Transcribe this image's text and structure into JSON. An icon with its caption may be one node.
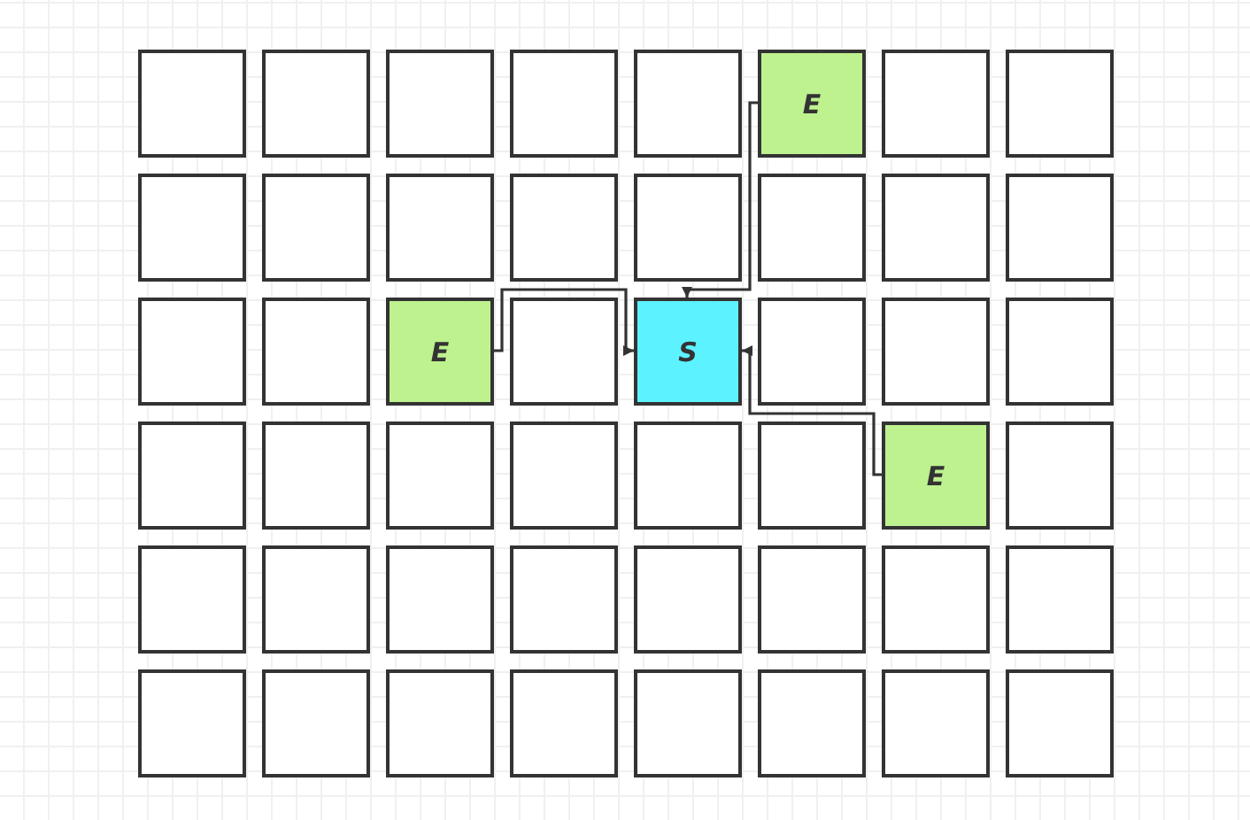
{
  "diagram": {
    "nodes": [
      {
        "text": [],
        "shape": "box"
      },
      {
        "text": [],
        "shape": "box"
      },
      {
        "text": [],
        "shape": "box"
      },
      {
        "text": [],
        "shape": "box"
      },
      {
        "text": [],
        "shape": "box"
      },
      {
        "text": [
          "E"
        ]
      },
      {
        "text": [],
        "shape": "box"
      },
      {
        "text": [],
        "shape": "box"
      },
      {
        "text": [],
        "shape": "box"
      },
      {
        "text": [],
        "shape": "box"
      },
      {
        "text": [],
        "shape": "box"
      },
      {
        "text": [],
        "shape": "box"
      },
      {
        "text": [],
        "shape": "box"
      },
      {
        "text": [],
        "shape": "box"
      },
      {
        "text": [],
        "shape": "box"
      },
      {
        "text": [],
        "shape": "box"
      },
      {
        "text": [],
        "shape": "box"
      },
      {
        "text": [],
        "shape": "box"
      },
      {
        "text": [
          "E"
        ]
      },
      {
        "text": [],
        "shape": "box"
      },
      {
        "text": [
          "S"
        ]
      },
      {
        "text": [],
        "shape": "box"
      },
      {
        "text": [],
        "shape": "box"
      },
      {
        "text": [],
        "shape": "box"
      },
      {
        "text": [],
        "shape": "box"
      },
      {
        "text": [],
        "shape": "box"
      },
      {
        "text": [],
        "shape": "box"
      },
      {
        "text": [],
        "shape": "box"
      },
      {
        "text": [],
        "shape": "box"
      },
      {
        "text": [],
        "shape": "box"
      },
      {
        "text": [
          "E"
        ]
      },
      {
        "text": [],
        "shape": "box"
      },
      {
        "text": [],
        "shape": "box"
      },
      {
        "text": [],
        "shape": "box"
      },
      {
        "text": [],
        "shape": "box"
      },
      {
        "text": [],
        "shape": "box"
      },
      {
        "text": [],
        "shape": "box"
      },
      {
        "text": [],
        "shape": "box"
      },
      {
        "text": [],
        "shape": "box"
      },
      {
        "text": [],
        "shape": "box"
      },
      {
        "text": [],
        "shape": "box"
      },
      {
        "text": [],
        "shape": "box"
      },
      {
        "text": [],
        "shape": "box"
      },
      {
        "text": [],
        "shape": "box"
      },
      {
        "text": [],
        "shape": "box"
      },
      {
        "text": [],
        "shape": "box"
      },
      {
        "text": [],
        "shape": "box"
      },
      {
        "text": [],
        "shape": "box"
      }
    ],
    "edges": [
      {
        "from": 5,
        "to": 20,
        "arrow": "to"
      },
      {
        "from": 18,
        "to": 20,
        "arrow": "to"
      },
      {
        "from": 30,
        "to": 20,
        "arrow": "to"
      }
    ]
  }
}
